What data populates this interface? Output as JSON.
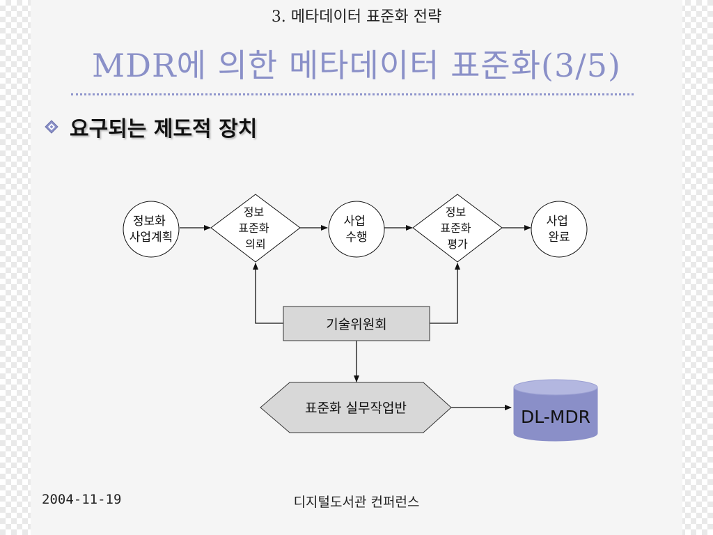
{
  "slide": {
    "section_label": "3. 메타데이터 표준화 전략",
    "title": "MDR에 의한 메타데이터 표준화(3/5)",
    "bullet": "요구되는 제도적 장치"
  },
  "diagram": {
    "nodes": {
      "plan": [
        "정보화",
        "사업계획"
      ],
      "request": [
        "정보",
        "표준화",
        "의뢰"
      ],
      "execute": [
        "사업",
        "수행"
      ],
      "evaluate": [
        "정보",
        "표준화",
        "평가"
      ],
      "complete": [
        "사업",
        "완료"
      ],
      "committee": "기술위원회",
      "workgroup": "표준화 실무작업반",
      "database": "DL-MDR"
    }
  },
  "footer": {
    "date": "2004-11-19",
    "event": "디지털도서관 컨퍼런스"
  },
  "colors": {
    "title": "#8a90c8",
    "rule": "#8f95cc",
    "db_body": "#8a8fc8",
    "db_top": "#b3b7e0",
    "box_fill": "#d8d8d8"
  }
}
